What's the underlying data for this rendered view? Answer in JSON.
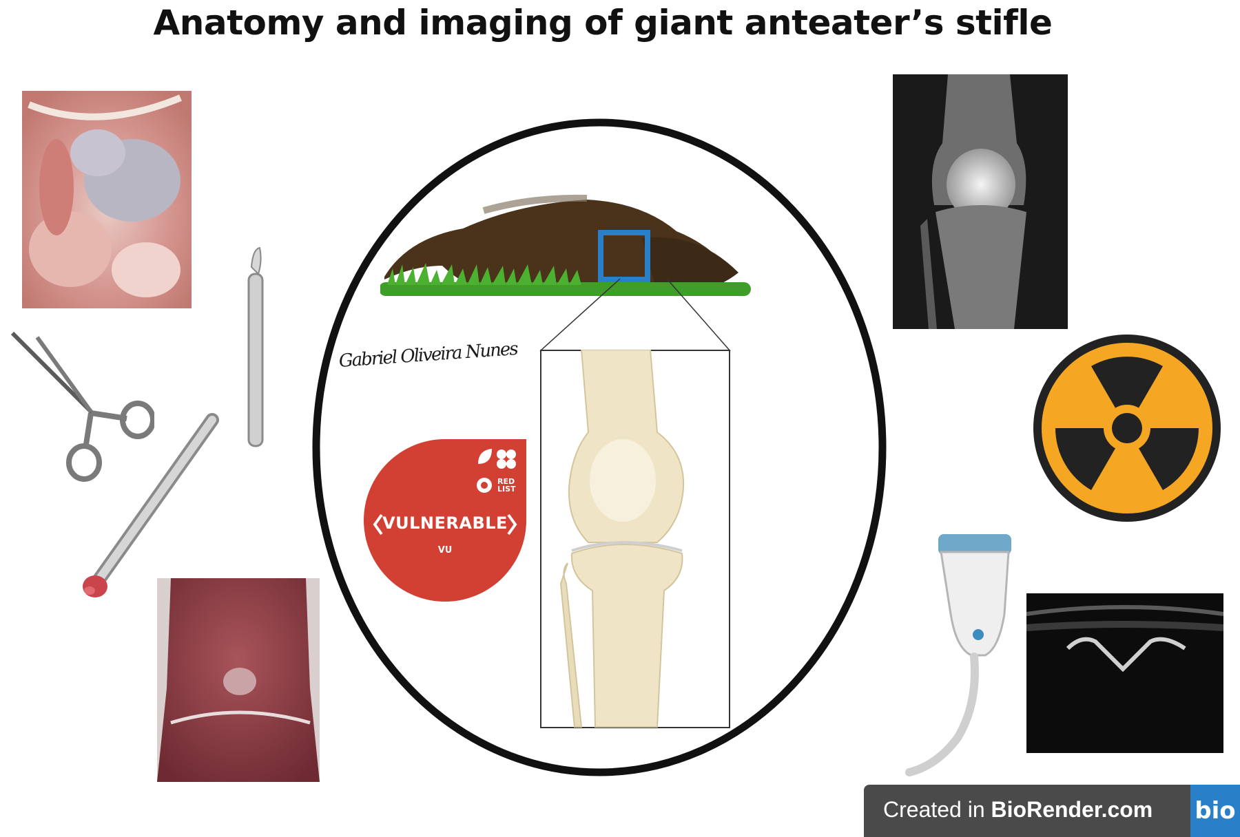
{
  "title": "Anatomy and imaging of giant anteater’s stifle",
  "signature": "Gabriel Oliveira Nunes",
  "redlist": {
    "brand_line1": "RED",
    "brand_line2": "LIST",
    "status": "VULNERABLE",
    "code": "VU",
    "color": "#d23f33"
  },
  "badge": {
    "prefix": "Created in ",
    "brand": "BioRender.com",
    "logo": "bio"
  },
  "colors": {
    "circle": "#111111",
    "radiation_yellow": "#f5a623",
    "highlight_box": "#2a7fc9"
  }
}
